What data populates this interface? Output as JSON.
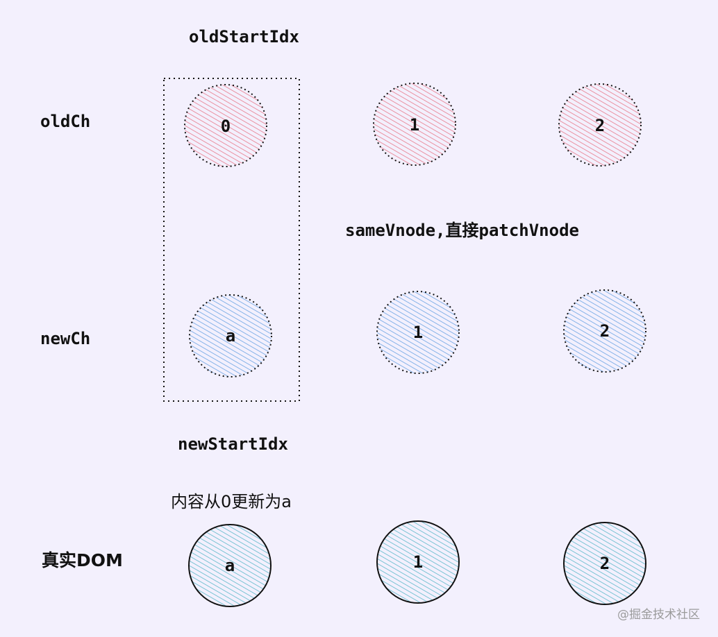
{
  "labels": {
    "old_start_idx": "oldStartIdx",
    "new_start_idx": "newStartIdx",
    "old_ch": "oldCh",
    "new_ch": "newCh",
    "real_dom": "真实DOM",
    "same_vnode_note": "sameVnode,直接patchVnode",
    "update_note": "内容从0更新为a"
  },
  "rows": {
    "old": {
      "nodes": [
        "0",
        "1",
        "2"
      ],
      "fill": "#e8798a",
      "border": "dotted"
    },
    "new": {
      "nodes": [
        "a",
        "1",
        "2"
      ],
      "fill": "#6aa3e3",
      "border": "dotted"
    },
    "dom": {
      "nodes": [
        "a",
        "1",
        "2"
      ],
      "fill": "#5bb8c9",
      "border": "solid"
    }
  },
  "highlight": {
    "description_column": 0,
    "style": "dotted-rectangle"
  },
  "watermark": "@掘金技术社区",
  "colors": {
    "background": "#f3f0fd",
    "ink": "#111111"
  }
}
